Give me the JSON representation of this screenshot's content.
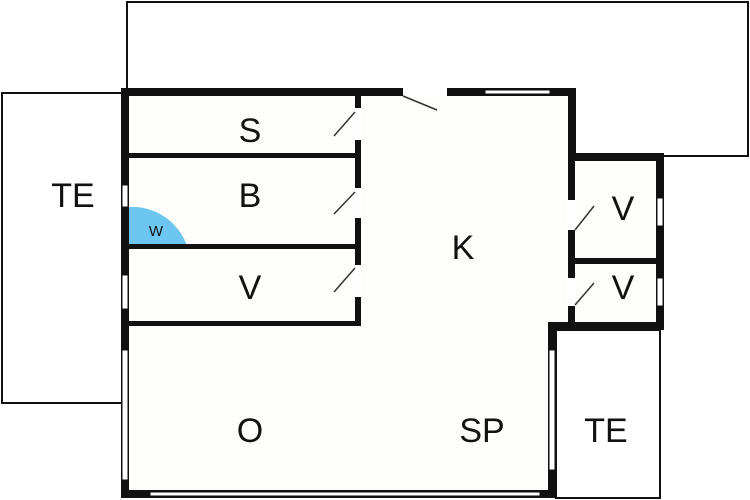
{
  "plan": {
    "rooms": {
      "storage_top": "S",
      "bathroom": "B",
      "washer": "W",
      "bedroom_left": "V",
      "kitchen": "K",
      "bedroom_right_top": "V",
      "bedroom_right_bottom": "V",
      "living": "O",
      "dining": "SP",
      "terrace_left": "TE",
      "terrace_right": "TE"
    },
    "colors": {
      "wall": "#111111",
      "washer": "#6cc6f0",
      "floor": "#fdfdfb"
    }
  }
}
